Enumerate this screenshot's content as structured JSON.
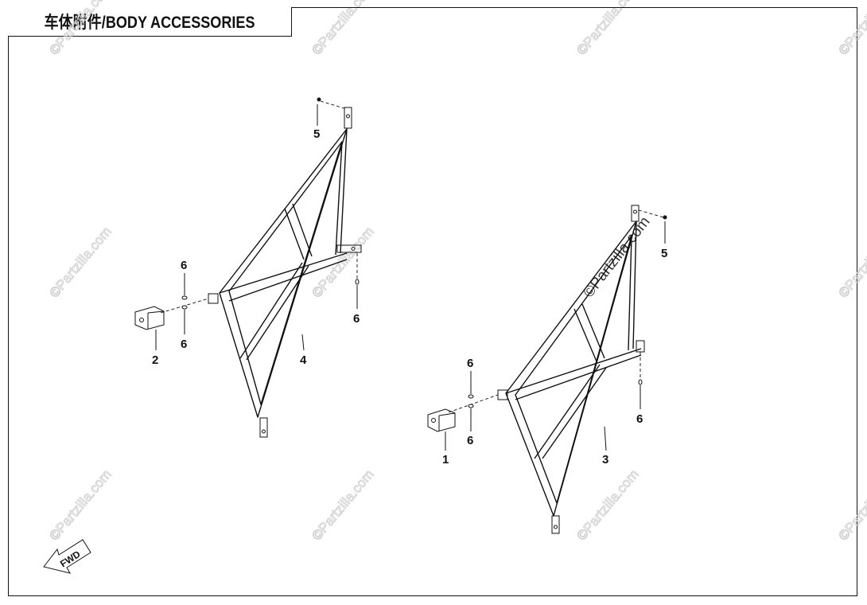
{
  "title": "车体附件/BODY ACCESSORIES",
  "watermark_text": "©Partzilla.com",
  "fwd_label": "FWD",
  "callouts": {
    "c1": "1",
    "c2": "2",
    "c3": "3",
    "c4": "4",
    "c5_left": "5",
    "c5_right": "5",
    "c6_left_top": "6",
    "c6_left_bottom": "6",
    "c6_left_side": "6",
    "c6_right_top": "6",
    "c6_right_bottom": "6",
    "c6_right_side": "6"
  }
}
